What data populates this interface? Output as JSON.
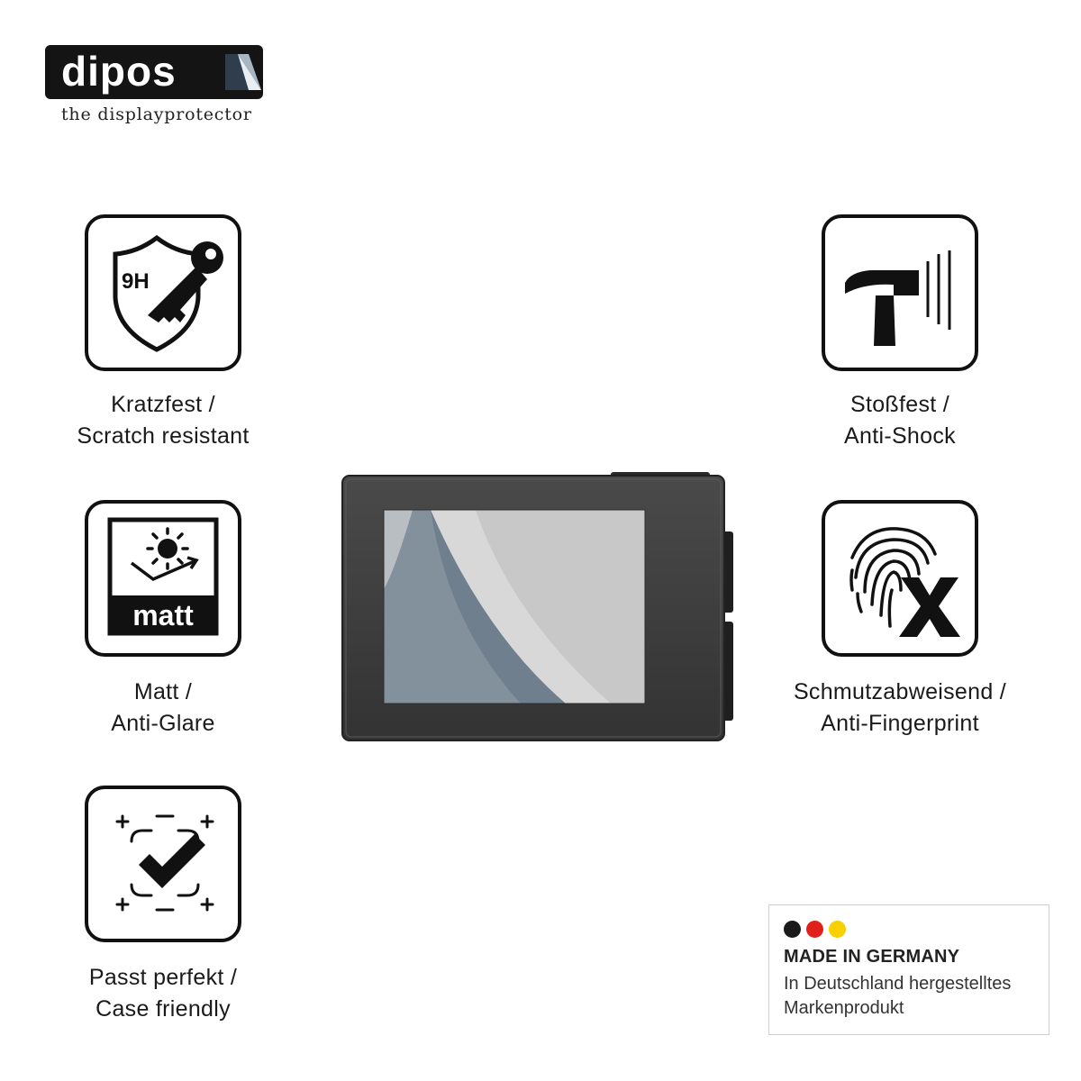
{
  "brand": {
    "name": "dipos",
    "tagline": "the displayprotector"
  },
  "features": [
    {
      "id": "scratch",
      "icon": "shield-key-9h-icon",
      "icon_text": "9H",
      "line1": "Kratzfest /",
      "line2": "Scratch resistant"
    },
    {
      "id": "shock",
      "icon": "hammer-icon",
      "line1": "Stoßfest /",
      "line2": "Anti-Shock"
    },
    {
      "id": "matt",
      "icon": "sun-matt-icon",
      "icon_text": "matt",
      "line1": "Matt /",
      "line2": "Anti-Glare"
    },
    {
      "id": "fingerprint",
      "icon": "fingerprint-x-icon",
      "line1": "Schmutzabweisend /",
      "line2": "Anti-Fingerprint"
    },
    {
      "id": "fit",
      "icon": "checkmark-frame-icon",
      "line1": "Passt perfekt /",
      "line2": "Case friendly"
    }
  ],
  "badge": {
    "title": "MADE IN GERMANY",
    "line1": "In Deutschland hergestelltes",
    "line2": "Markenprodukt",
    "flag_colors": [
      "#1a1a1a",
      "#e0201b",
      "#f7d100"
    ]
  },
  "colors": {
    "icon_stroke": "#111111",
    "camera_body": "#3c3c3c",
    "screen_bg": "#6f7f8e"
  }
}
